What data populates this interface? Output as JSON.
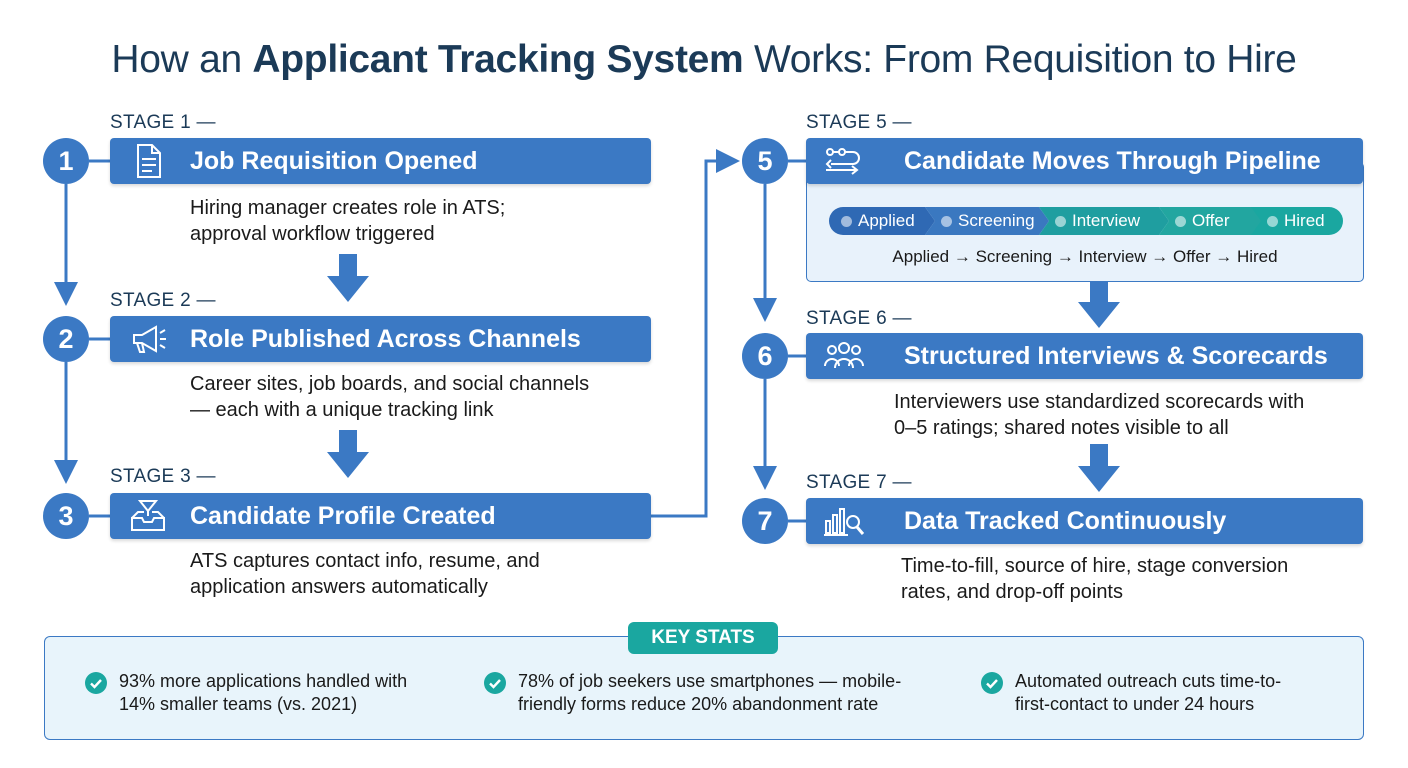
{
  "title": {
    "prefix": "How an ",
    "bold": "Applicant Tracking System",
    "suffix": " Works: From Requisition to Hire"
  },
  "stages": [
    {
      "label": "STAGE 1 —",
      "number": "1",
      "title": "Job Requisition Opened",
      "icon": "document-icon",
      "desc": [
        "Hiring manager creates role in ATS;",
        "approval workflow triggered"
      ]
    },
    {
      "label": "STAGE 2 —",
      "number": "2",
      "title": "Role Published Across Channels",
      "icon": "megaphone-icon",
      "desc": [
        "Career sites, job boards, and social channels",
        "— each with a unique tracking link"
      ]
    },
    {
      "label": "STAGE 3 —",
      "number": "3",
      "title": "Candidate Profile Created",
      "icon": "inbox-icon",
      "desc": [
        "ATS captures contact info, resume, and",
        "application answers automatically"
      ]
    },
    {
      "label": "STAGE 5 —",
      "number": "5",
      "title": "Candidate Moves Through Pipeline",
      "icon": "pipeline-icon",
      "desc": []
    },
    {
      "label": "STAGE 6 —",
      "number": "6",
      "title": "Structured Interviews & Scorecards",
      "icon": "people-icon",
      "desc": [
        "Interviewers use standardized scorecards with",
        "0–5 ratings; shared notes visible to all"
      ]
    },
    {
      "label": "STAGE 7 —",
      "number": "7",
      "title": "Data Tracked Continuously",
      "icon": "analytics-icon",
      "desc": [
        "Time-to-fill, source of hire, stage conversion",
        "rates, and drop-off points"
      ]
    }
  ],
  "pipeline": {
    "chips": [
      {
        "label": "Applied",
        "color": "#2f69b4"
      },
      {
        "label": "Screening",
        "color": "#3a78c0"
      },
      {
        "label": "Interview",
        "color": "#1f9ea0"
      },
      {
        "label": "Offer",
        "color": "#22a6a0"
      },
      {
        "label": "Hired",
        "color": "#1aa7a0"
      }
    ],
    "caption": "Applied → Screening → Interview → Offer → Hired"
  },
  "key_stats": {
    "heading": "KEY STATS",
    "items": [
      [
        "93% more applications handled with",
        "14% smaller teams (vs. 2021)"
      ],
      [
        "78% of job seekers use smartphones — mobile-",
        "friendly forms reduce 20% abandonment rate"
      ],
      [
        "Automated outreach cuts time-to-",
        "first-contact to under 24 hours"
      ]
    ]
  },
  "colors": {
    "primary": "#3b79c4",
    "teal": "#1aa7a0",
    "navy": "#1b3a57"
  }
}
